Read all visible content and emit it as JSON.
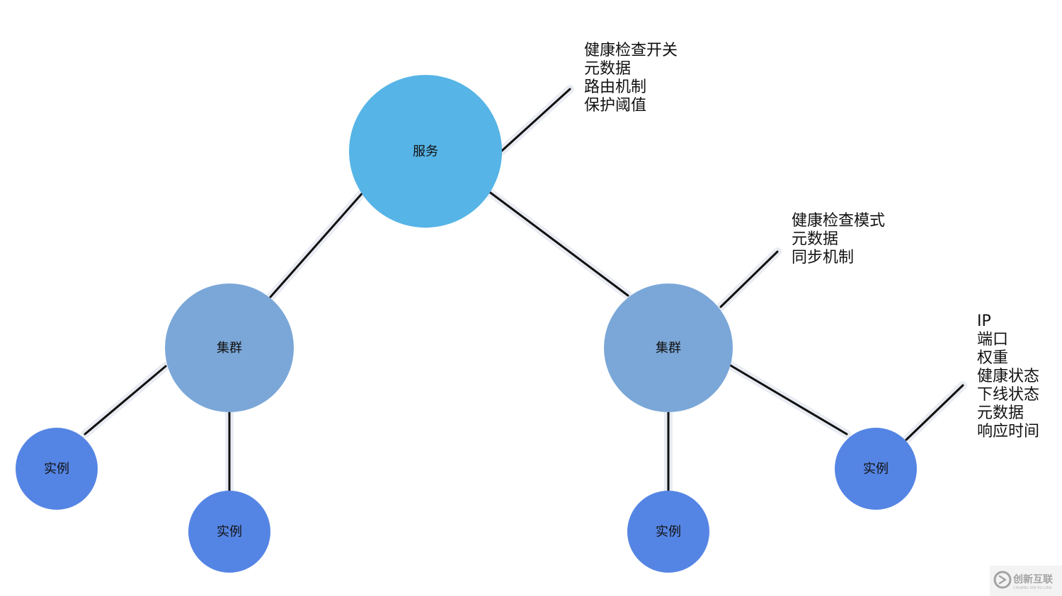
{
  "nodes": {
    "service": {
      "label": "服务",
      "color": "#56b4e6"
    },
    "cluster_left": {
      "label": "集群",
      "color": "#7ba7d8"
    },
    "cluster_right": {
      "label": "集群",
      "color": "#7ba7d8"
    },
    "instance_1": {
      "label": "实例",
      "color": "#5585e4"
    },
    "instance_2": {
      "label": "实例",
      "color": "#5585e4"
    },
    "instance_3": {
      "label": "实例",
      "color": "#5585e4"
    },
    "instance_4": {
      "label": "实例",
      "color": "#5585e4"
    }
  },
  "annotations": {
    "service": [
      "健康检查开关",
      "元数据",
      "路由机制",
      "保护阈值"
    ],
    "cluster": [
      "健康检查模式",
      "元数据",
      "同步机制"
    ],
    "instance": [
      "IP",
      "端口",
      "权重",
      "健康状态",
      "下线状态",
      "元数据",
      "响应时间"
    ]
  },
  "watermark": {
    "text": "创新互联",
    "subtext": "CHUANG XIN HU LIAN"
  },
  "colors": {
    "edge": "#111111",
    "edge_glow": "#e9ecf2",
    "text": "#111111"
  }
}
